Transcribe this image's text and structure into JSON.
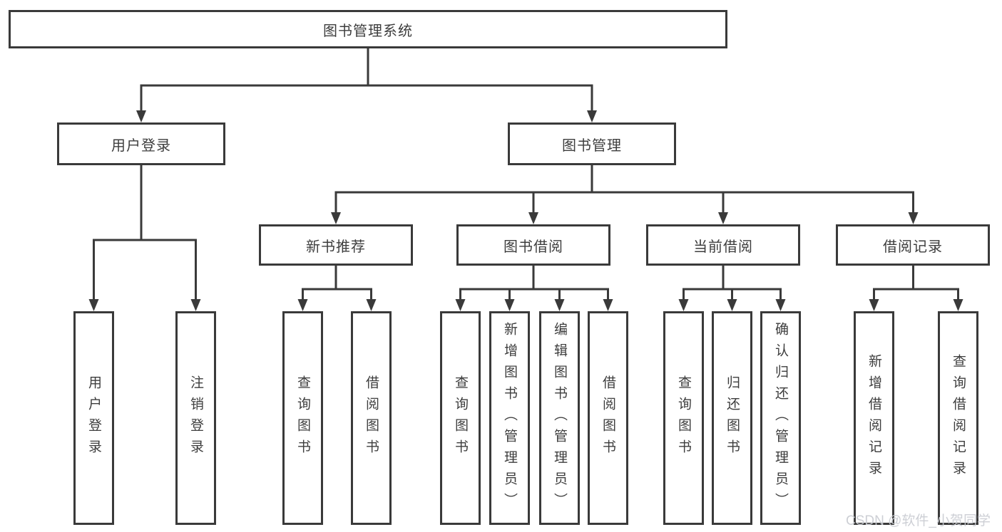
{
  "tree": {
    "label": "图书管理系统",
    "children": [
      {
        "label": "用户登录",
        "children": [
          {
            "label": "用户登录"
          },
          {
            "label": "注销登录"
          }
        ]
      },
      {
        "label": "图书管理",
        "children": [
          {
            "label": "新书推荐",
            "children": [
              {
                "label": "查询图书"
              },
              {
                "label": "借阅图书"
              }
            ]
          },
          {
            "label": "图书借阅",
            "children": [
              {
                "label": "查询图书"
              },
              {
                "label": "新增图书（管理员）"
              },
              {
                "label": "编辑图书（管理员）"
              },
              {
                "label": "借阅图书"
              }
            ]
          },
          {
            "label": "当前借阅",
            "children": [
              {
                "label": "查询图书"
              },
              {
                "label": "归还图书"
              },
              {
                "label": "确认归还（管理员）"
              }
            ]
          },
          {
            "label": "借阅记录",
            "children": [
              {
                "label": "新增借阅记录"
              },
              {
                "label": "查询借阅记录"
              }
            ]
          }
        ]
      }
    ]
  },
  "watermark": {
    "text": "CSDN @软件_小贺同学"
  },
  "colors": {
    "line": "#3a3a3a",
    "box_background": "#ffffff",
    "text": "#3d3d3d",
    "watermark": "#c9ccd2",
    "page_background": "#ffffff"
  }
}
